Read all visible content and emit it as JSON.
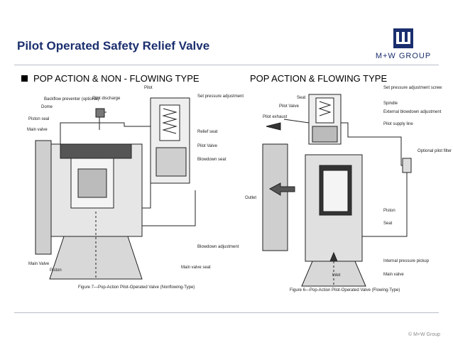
{
  "slide": {
    "title": "Pilot Operated Safety Relief Valve",
    "logo_text": "M+W GROUP",
    "footer": "© M+W Group"
  },
  "left": {
    "heading": "POP ACTION & NON - FLOWING TYPE",
    "labels": {
      "backflow": "Backflow preventer (optional)",
      "pilot_discharge": "Pilot discharge",
      "pilot": "Pilot",
      "set_pressure": "Set pressure adjustment",
      "dome": "Dome",
      "piston_seal": "Piston seal",
      "main_valve": "Main valve",
      "relief_seat": "Relief seat",
      "pilot_valve": "Pilot Valve",
      "blowdown_seat": "Blowdown seat",
      "blowdown_adj": "Blowdown adjustment",
      "main_valve_seat": "Main valve seat",
      "main_valve_bottom": "Main Valve",
      "piston": "Piston"
    },
    "caption": "Figure 7—Pop-Action Pilot-Operated Valve (Nonflowing-Type)"
  },
  "right": {
    "heading": "POP ACTION & FLOWING TYPE",
    "labels": {
      "set_pressure_screw": "Set pressure adjustment screw",
      "seat": "Seat",
      "spindle": "Spindle",
      "pilot_valve": "Pilot Valve",
      "ext_blowdown": "External blowdown adjustment",
      "pilot_exhaust": "Pilot exhaust",
      "pilot_supply": "Pilot supply line",
      "optional_filter": "Optional pilot filter",
      "outlet": "Outlet",
      "piston": "Piston",
      "seat2": "Seat",
      "internal_pickup": "Internal pressure pickup",
      "inlet": "Inlet",
      "main_valve": "Main valve"
    },
    "caption": "Figure 6—Pop-Action Pilot-Operated Valve (Flowing-Type)"
  }
}
